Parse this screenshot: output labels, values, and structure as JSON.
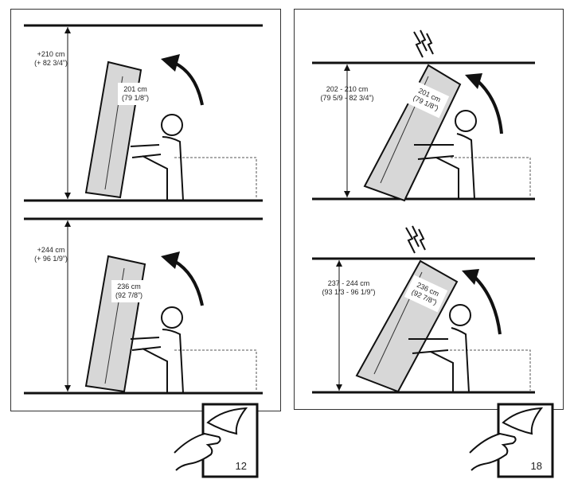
{
  "left_panel": {
    "top": {
      "height_label": "+210 cm",
      "height_label_in": "(+ 82 3/4”)",
      "panel_label": "201 cm",
      "panel_label_in": "(79 1/8”)"
    },
    "bottom": {
      "height_label": "+244 cm",
      "height_label_in": "(+ 96 1/9”)",
      "panel_label": "236 cm",
      "panel_label_in": "(92 7/8”)"
    }
  },
  "right_panel": {
    "top": {
      "height_label": "202 - 210 cm",
      "height_label_in": "(79 5/9 - 82 3/4”)",
      "panel_label": "201 cm",
      "panel_label_in": "(79 1/8”)"
    },
    "bottom": {
      "height_label": "237 - 244 cm",
      "height_label_in": "(93 1/3 - 96 1/9”)",
      "panel_label": "236 cm",
      "panel_label_in": "(92 7/8”)"
    }
  },
  "page_turn": {
    "left_page": "12",
    "right_page": "18"
  },
  "icons": [
    "lightning-icon",
    "curved-arrow-icon",
    "page-turn-hand-icon"
  ]
}
